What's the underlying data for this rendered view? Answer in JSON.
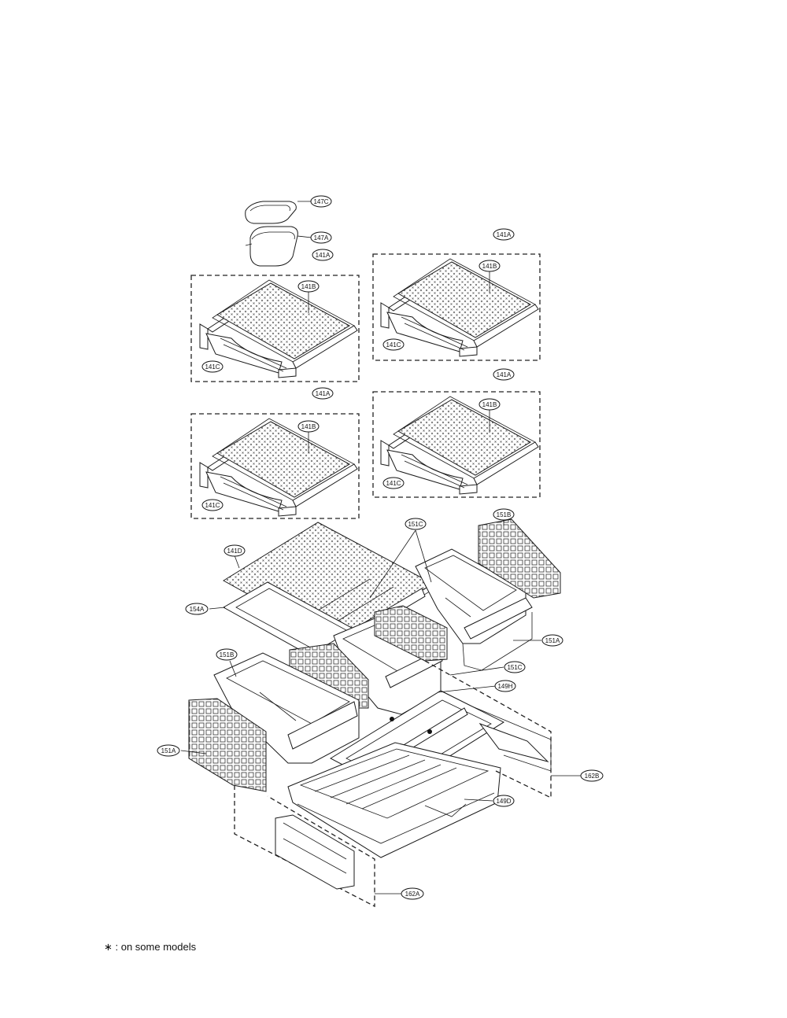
{
  "labels": {
    "l147c": "147C",
    "l147a": "147A",
    "l141a_1": "141A",
    "l141a_2": "141A",
    "l141a_3": "141A",
    "l141a_4": "141A",
    "l141b_1": "141B",
    "l141b_2": "141B",
    "l141b_3": "141B",
    "l141b_4": "141B",
    "l141c_1": "141C",
    "l141c_2": "141C",
    "l141c_3": "141C",
    "l141c_4": "141C",
    "l141d": "141D",
    "l154a": "154A",
    "l151c_1": "151C",
    "l151c_2": "151C",
    "l151b_1": "151B",
    "l151b_2": "151B",
    "l151a_1": "151A",
    "l151a_2": "151A",
    "l149h": "149H",
    "l162b": "162B",
    "l149d": "149D",
    "l162a": "162A"
  },
  "footnote": "∗ : on some models"
}
